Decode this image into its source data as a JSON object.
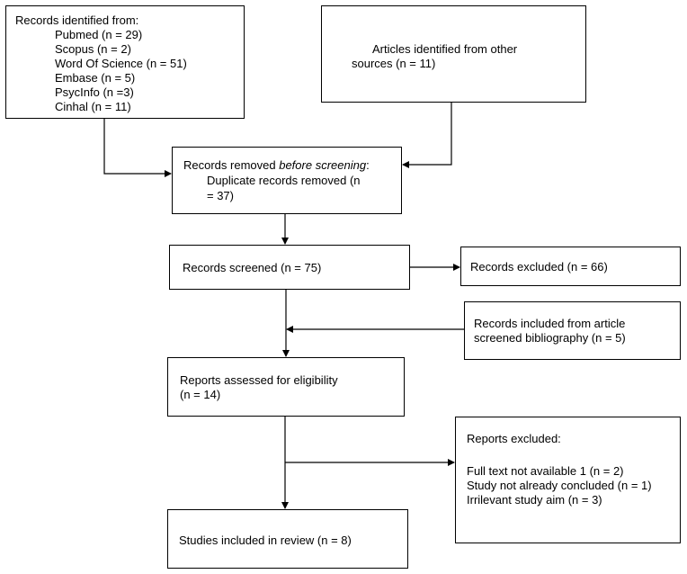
{
  "boxes": {
    "records_identified": {
      "heading": "Records identified from:",
      "items": [
        "Pubmed (n = 29)",
        "Scopus (n = 2)",
        "Word Of Science (n = 51)",
        "Embase (n = 5)",
        "PsycInfo (n =3)",
        "Cinhal (n = 11)"
      ]
    },
    "other_sources": {
      "line1": "Articles identified from other",
      "line2": "sources (n = 11)"
    },
    "removed_before_screening": {
      "prefix": "Records removed ",
      "emphasis": "before screening",
      "suffix": ":",
      "line2": "Duplicate records removed (n",
      "line3": "= 37)"
    },
    "records_screened": {
      "text": "Records screened (n = 75)"
    },
    "records_excluded": {
      "text": "Records excluded (n = 66)"
    },
    "bibliography": {
      "line1": "Records included from article",
      "line2": "screened bibliography (n = 5)"
    },
    "eligibility": {
      "line1": "Reports assessed for eligibility",
      "line2": "(n = 14)"
    },
    "reports_excluded": {
      "heading": "Reports excluded:",
      "items": [
        "Full text not available 1 (n = 2)",
        "Study not already concluded (n = 1)",
        "Irrilevant study aim (n = 3)"
      ]
    },
    "included": {
      "text": "Studies included in review (n = 8)"
    }
  }
}
